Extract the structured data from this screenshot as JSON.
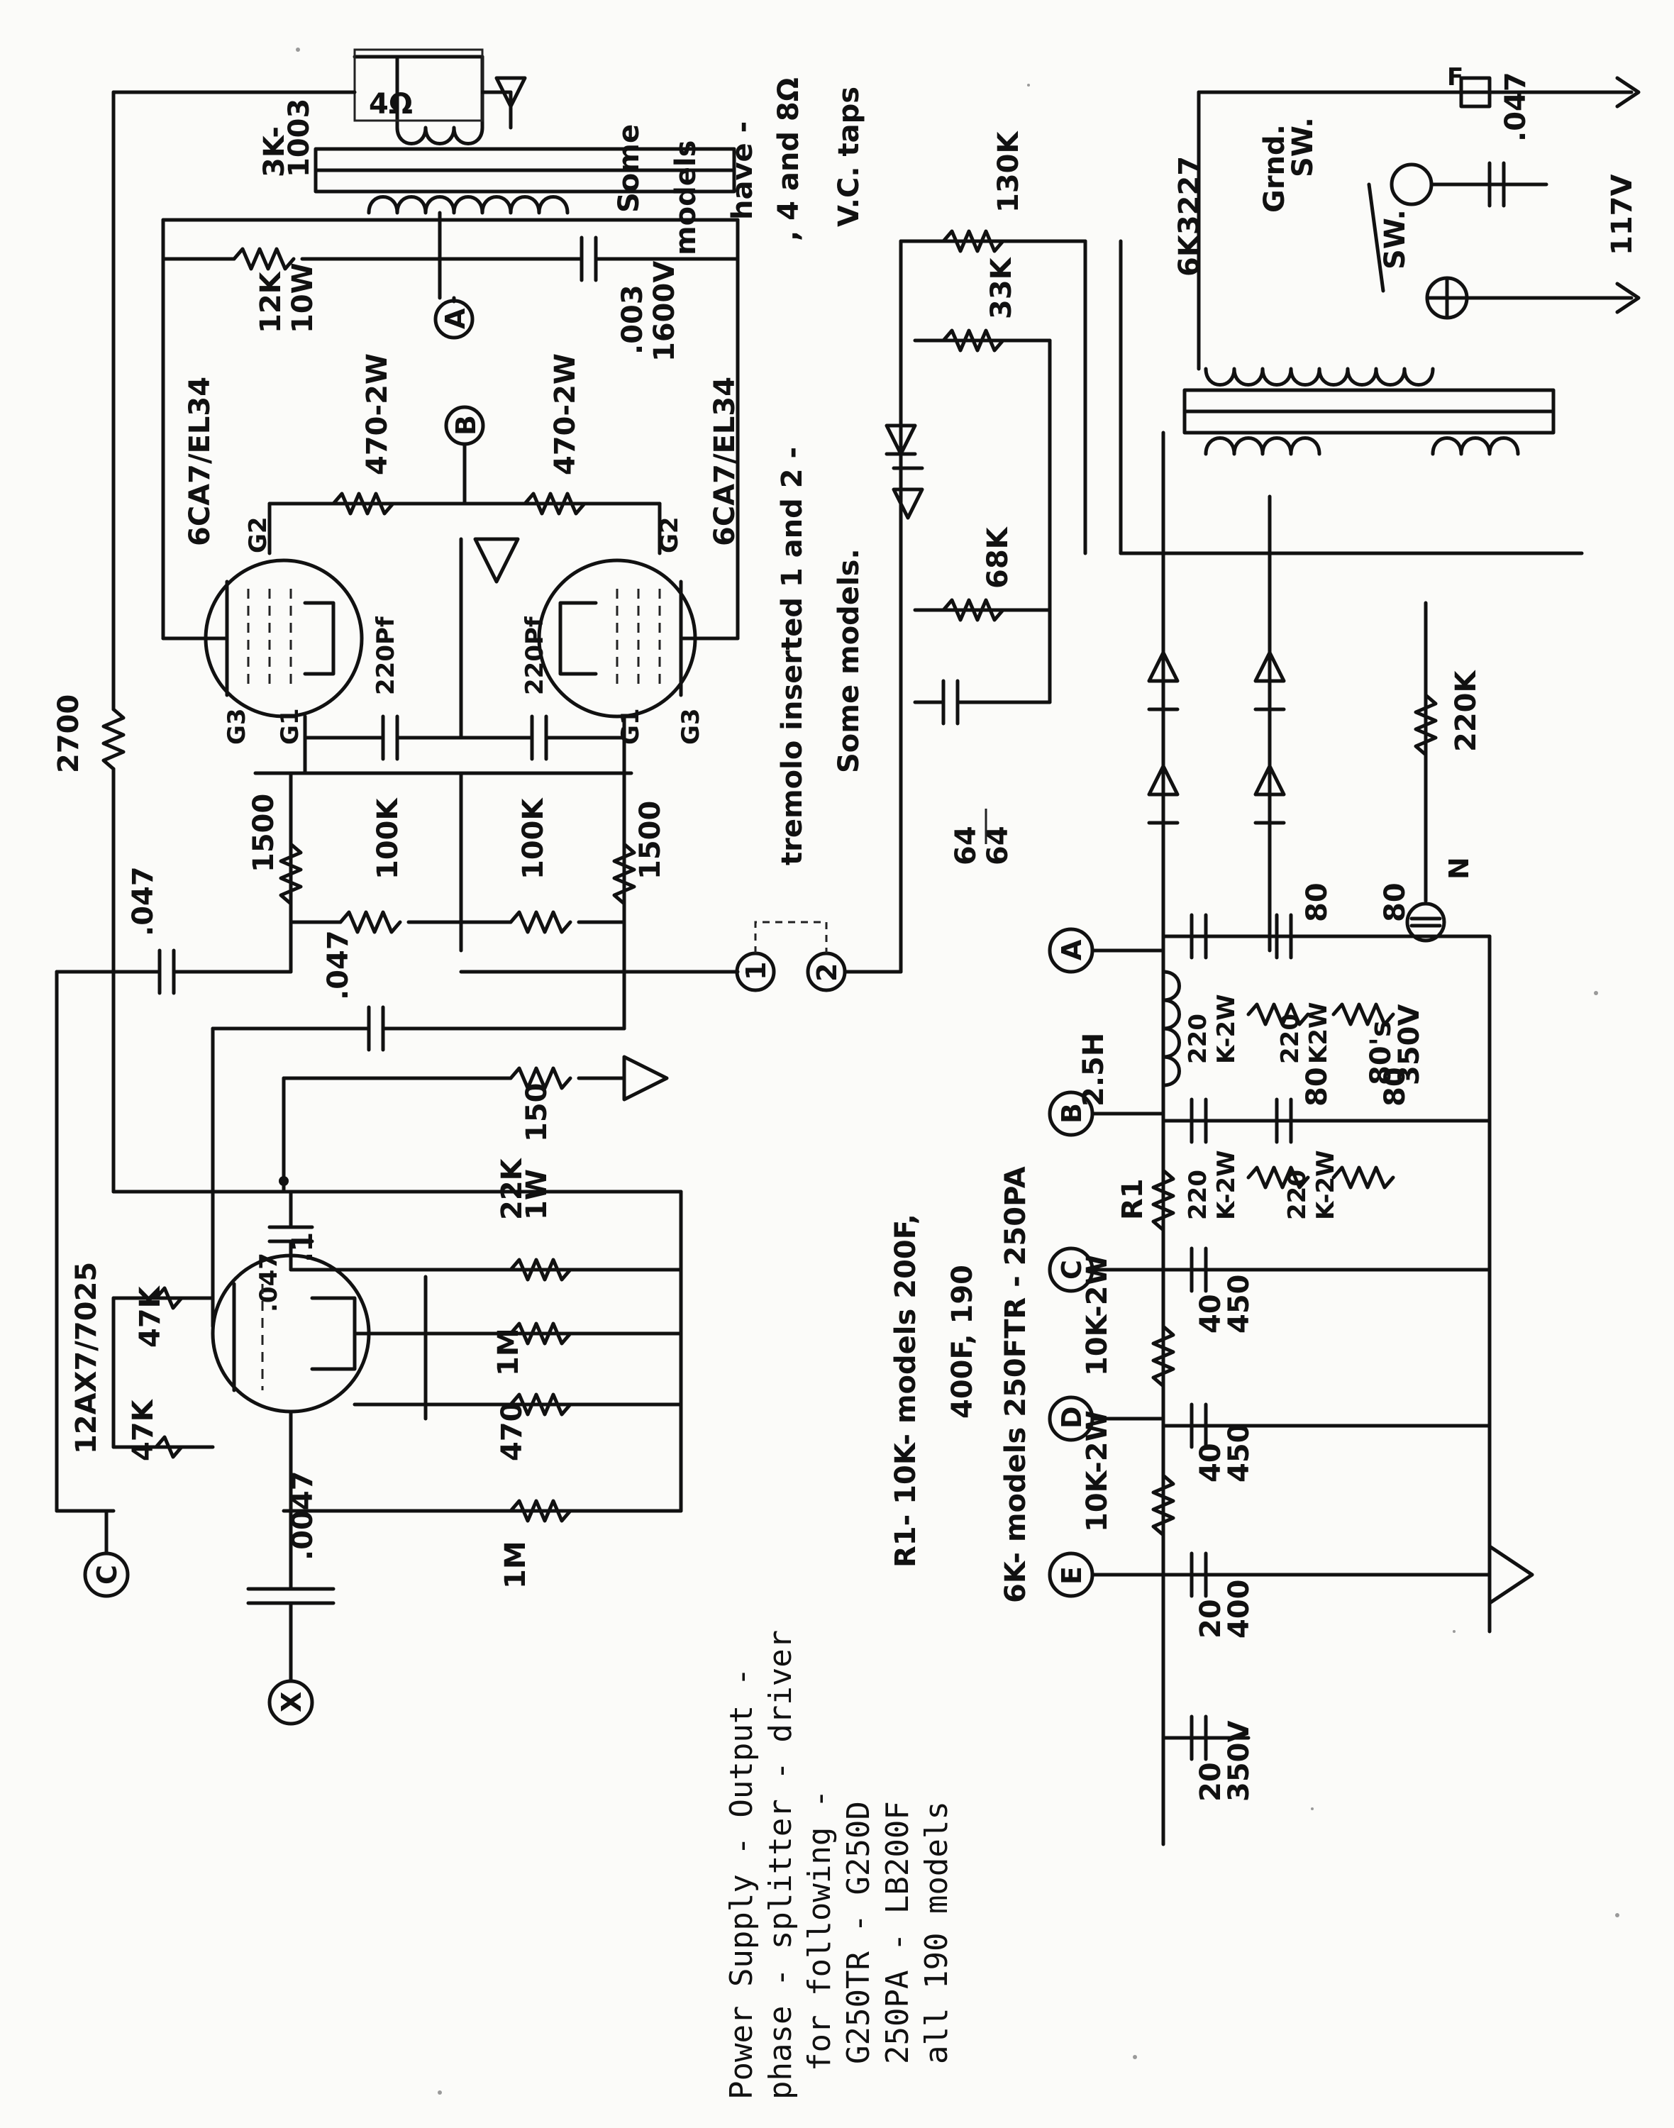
{
  "page": {
    "caption": {
      "line1": "Power Supply - Output -",
      "line2": "phase - splitter - driver",
      "line3": "for following -",
      "line4": "G250TR - G250D",
      "line5": "250PA - LB200F",
      "line6": "all 190 models"
    },
    "notes": {
      "some_models_1": "Some",
      "some_models_2": "models",
      "some_models_3": "have -",
      "taps_1": ", 4 and 8Ω",
      "taps_2": "V.C. taps",
      "tremolo_1": "tremolo inserted 1 and 2 -",
      "tremolo_2": "Some models.",
      "r1_note_1": "R1- 10K- models 200F,",
      "r1_note_2": "400F, 190",
      "r1_note_3": "6K- models 250FTR - 250PA"
    },
    "tubes": {
      "power_top": "6CA7/EL34",
      "power_bottom": "6CA7/EL34",
      "driver": "12AX7/7025",
      "g2_top": "G2",
      "g2_bottom": "G2",
      "g3_top": "G3",
      "g1_top": "G1",
      "g1_bottom": "G1",
      "g3_bottom": "G3"
    },
    "components": {
      "out_xfmr_imp": "3K-",
      "out_xfmr_part": "1003",
      "speaker": "4Ω",
      "r_12k": "12K",
      "r_12k_w": "10W",
      "cap_003": ".003",
      "cap_003_v": "1600V",
      "r_470_top": "470-2W",
      "r_470_bottom": "470-2W",
      "cap_220pf_a": "220Pf",
      "cap_220pf_b": "220Pf",
      "r_2700": "2700",
      "r_1500_top": "1500",
      "r_100k_top": "100K",
      "r_100k_bottom": "100K",
      "r_1500_bottom": "1500",
      "cap_047_a": ".047",
      "cap_047_b": ".047",
      "r_150": "150",
      "cap_1": ".1",
      "cap_047_c": ".047",
      "r_22k": "22K",
      "r_22k_w": "1W",
      "r_1m_a": "1M",
      "r_470": "470",
      "r_1m_b": "1M",
      "r_47k_a": "47K",
      "r_47k_b": "47K",
      "cap_0047": ".0047",
      "diode_cap_top": "64",
      "diode_cap_bottom": "64",
      "r_130k": "130K",
      "r_33k": "33K",
      "r_68k": "68K",
      "power_xfmr": "6K3227",
      "ground_switch": "Grnd.",
      "ground_switch_2": "SW.",
      "switch": "SW.",
      "cap_047_line": ".047",
      "mains": "117V",
      "fuse": "F",
      "r_220k": "220K",
      "choke": "2.5H",
      "cap_80_1": "80",
      "cap_80_2": "80",
      "cap_80_3": "80",
      "cap_80_4": "80",
      "r_220_1": "220",
      "r_220_1b": "K-2W",
      "r_220_2": "220",
      "r_220_2b": "K2W",
      "r_220_3": "220",
      "r_220_3b": "K-2W",
      "r_220_4": "220",
      "r_220_4b": "K-2W",
      "caps_80_note": "80's",
      "caps_80_note_v": "350V",
      "r1": "R1",
      "r_10k_a": "10K-2W",
      "r_10k_b": "10K-2W",
      "cap_40_a": "40",
      "cap_40_a_v": "450",
      "cap_40_b": "40",
      "cap_40_b_v": "450",
      "cap_20_a": "20",
      "cap_20_a_v": "400",
      "cap_20_b": "20",
      "cap_20_b_v": "350V"
    },
    "nodes": {
      "A_top": "A",
      "B_top": "B",
      "C_left": "C",
      "X": "X",
      "jack_1": "1",
      "jack_2": "2",
      "A_ps": "A",
      "B_ps": "B",
      "C_ps": "C",
      "D_ps": "D",
      "E_ps": "E",
      "N": "N"
    }
  }
}
